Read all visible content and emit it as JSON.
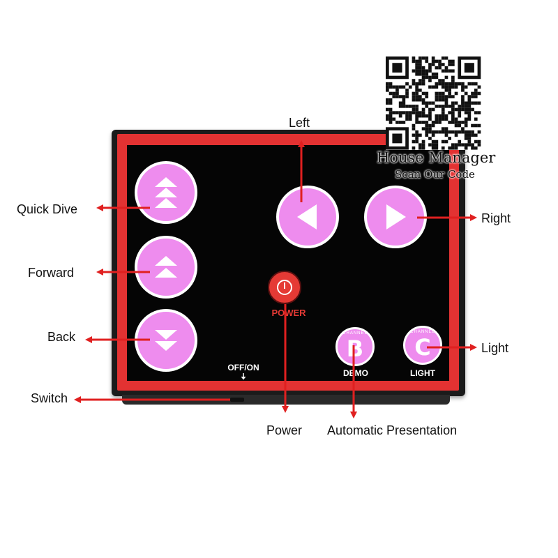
{
  "panel_labels": {
    "power": "POWER",
    "switch": "OFF/ON",
    "demo": "DEMO",
    "light": "LIGHT",
    "channel": "CHANNEL",
    "channel_b": "B",
    "channel_c": "C"
  },
  "annotations": {
    "left": "Left",
    "right": "Right",
    "quick_dive": "Quick Dive",
    "forward": "Forward",
    "back": "Back",
    "light": "Light",
    "switch": "Switch",
    "power": "Power",
    "automatic_presentation": "Automatic Presentation"
  },
  "branding": {
    "title": "House Manager",
    "subtitle": "Scan Our Code"
  },
  "icons": [
    "triple-up-arrow-icon",
    "double-up-arrow-icon",
    "double-down-arrow-icon",
    "left-triangle-icon",
    "right-triangle-icon",
    "power-icon",
    "down-arrow-icon",
    "qr-code"
  ],
  "colors": {
    "button": "#ee8cee",
    "frame": "#e33232",
    "arrow": "#e02020",
    "panel": "#050505"
  }
}
